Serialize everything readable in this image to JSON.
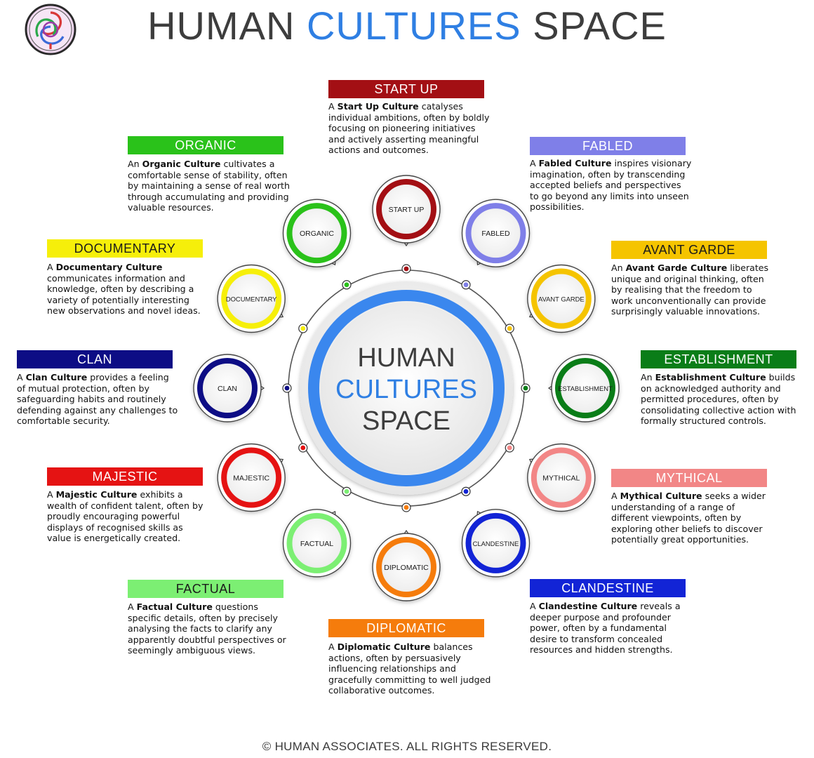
{
  "title": {
    "part1": "HUMAN",
    "part2": "CULTURES",
    "part3": "SPACE"
  },
  "center": {
    "line1": "HUMAN",
    "line2": "CULTURES",
    "line3": "SPACE"
  },
  "colors": {
    "title_blue": "#2f7fe3",
    "title_gray": "#3d3d3d",
    "center_ring": "#3a87ee"
  },
  "cultures": [
    {
      "key": "start-up",
      "header": "START UP",
      "label": "START UP",
      "color": "#a30f14",
      "header_text": "#ffffff",
      "desc_pre": "A ",
      "desc_bold": "Start Up Culture",
      "desc_rest": " catalyses individual ambitions, often by boldly focusing on pioneering initiatives and actively asserting meaningful actions and outcomes."
    },
    {
      "key": "fabled",
      "header": "FABLED",
      "label": "FABLED",
      "color": "#7f7fe8",
      "header_text": "#ffffff",
      "desc_pre": "A ",
      "desc_bold": "Fabled Culture",
      "desc_rest": " inspires visionary imagination, often by transcending accepted beliefs and perspectives to go beyond any limits into unseen possibilities."
    },
    {
      "key": "avant-garde",
      "header": "AVANT GARDE",
      "label": "AVANT GARDE",
      "color": "#f5c400",
      "header_text": "#1a1a1a",
      "desc_pre": "An ",
      "desc_bold": "Avant Garde Culture",
      "desc_rest": " liberates unique and original thinking, often by realising that the freedom to work unconventionally can provide surprisingly valuable innovations."
    },
    {
      "key": "establishment",
      "header": "ESTABLISHMENT",
      "label": "ESTABLISHMENT",
      "color": "#0a7d18",
      "header_text": "#ffffff",
      "desc_pre": "An ",
      "desc_bold": "Establishment Culture",
      "desc_rest": " builds on acknowledged authority and permitted procedures, often by consolidating collective action with formally structured controls."
    },
    {
      "key": "mythical",
      "header": "MYTHICAL",
      "label": "MYTHICAL",
      "color": "#f28686",
      "header_text": "#ffffff",
      "desc_pre": "A ",
      "desc_bold": "Mythical Culture",
      "desc_rest": " seeks a wider understanding of a range of different viewpoints, often by exploring other beliefs to discover potentially great opportunities."
    },
    {
      "key": "clandestine",
      "header": "CLANDESTINE",
      "label": "CLANDESTINE",
      "color": "#1224d6",
      "header_text": "#ffffff",
      "desc_pre": "A ",
      "desc_bold": "Clandestine Culture",
      "desc_rest": " reveals a deeper purpose and profounder power, often by a fundamental desire to transform concealed resources and hidden strengths."
    },
    {
      "key": "diplomatic",
      "header": "DIPLOMATIC",
      "label": "DIPLOMATIC",
      "color": "#f57c0c",
      "header_text": "#ffffff",
      "desc_pre": "A ",
      "desc_bold": "Diplomatic Culture",
      "desc_rest": " balances actions, often by persuasively influencing relationships and gracefully committing to well judged collaborative outcomes."
    },
    {
      "key": "factual",
      "header": "FACTUAL",
      "label": "FACTUAL",
      "color": "#7cef73",
      "header_text": "#1a1a1a",
      "desc_pre": "A ",
      "desc_bold": "Factual Culture",
      "desc_rest": " questions specific details, often by precisely analysing the facts to clarify any apparently doubtful perspectives or seemingly ambiguous views."
    },
    {
      "key": "majestic",
      "header": "MAJESTIC",
      "label": "MAJESTIC",
      "color": "#e51313",
      "header_text": "#ffffff",
      "desc_pre": "A ",
      "desc_bold": "Majestic Culture",
      "desc_rest": " exhibits a wealth of confident talent, often by proudly encouraging powerful displays of recognised skills as value is energetically created."
    },
    {
      "key": "clan",
      "header": "CLAN",
      "label": "CLAN",
      "color": "#0d0d85",
      "header_text": "#ffffff",
      "desc_pre": "A ",
      "desc_bold": "Clan Culture",
      "desc_rest": " provides a feeling of mutual protection, often by safeguarding habits and routinely defending against any challenges to comfortable security."
    },
    {
      "key": "documentary",
      "header": "DOCUMENTARY",
      "label": "DOCUMENTARY",
      "color": "#f6ef0a",
      "header_text": "#1a1a1a",
      "desc_pre": "A ",
      "desc_bold": "Documentary Culture",
      "desc_rest": " communicates information and knowledge, often by describing a variety of potentially interesting new observations and novel ideas."
    },
    {
      "key": "organic",
      "header": "ORGANIC",
      "label": "ORGANIC",
      "color": "#2ac21a",
      "header_text": "#ffffff",
      "desc_pre": "An ",
      "desc_bold": "Organic Culture",
      "desc_rest": " cultivates a comfortable sense of stability, often by maintaining a sense of real worth through accumulating and providing valuable resources."
    }
  ],
  "footer": "© HUMAN ASSOCIATES. ALL RIGHTS RESERVED."
}
